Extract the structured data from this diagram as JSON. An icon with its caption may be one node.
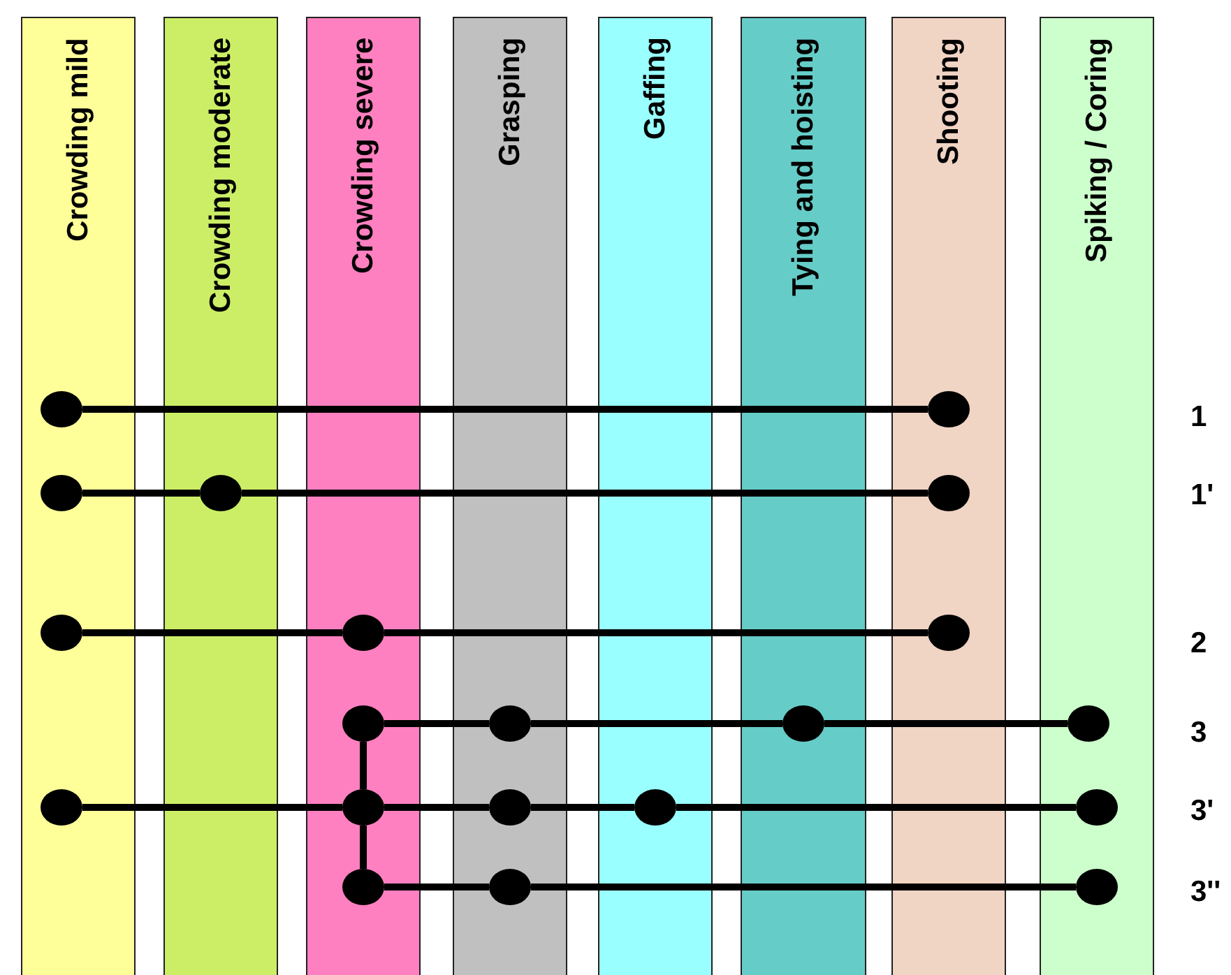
{
  "diagram": {
    "nodes": [
      {
        "text": [
          "Crowding mild"
        ]
      },
      {
        "text": [
          "Crowding moderate"
        ]
      },
      {
        "text": [
          "Crowding severe"
        ]
      },
      {
        "text": [
          "Grasping"
        ]
      },
      {
        "text": [
          "Gaffing"
        ]
      },
      {
        "text": [
          "Tying and hoisting"
        ]
      },
      {
        "text": [
          "Shooting"
        ]
      },
      {
        "text": [
          "Spiking / Coring"
        ]
      },
      {
        "text": [],
        "shape": "circle",
        "in": 0
      },
      {
        "text": [],
        "shape": "circle",
        "in": 6
      },
      {
        "text": [],
        "shape": "circle",
        "in": 0
      },
      {
        "text": [],
        "shape": "circle",
        "in": 1
      },
      {
        "text": [],
        "shape": "circle",
        "in": 6
      },
      {
        "text": [],
        "shape": "circle",
        "in": 0
      },
      {
        "text": [],
        "shape": "circle",
        "in": 2
      },
      {
        "text": [],
        "shape": "circle",
        "in": 6
      },
      {
        "text": [],
        "shape": "circle",
        "in": 2
      },
      {
        "text": [],
        "shape": "circle",
        "in": 3
      },
      {
        "text": [],
        "shape": "circle",
        "in": 5
      },
      {
        "text": [],
        "shape": "circle",
        "in": 7
      },
      {
        "text": [],
        "shape": "circle",
        "in": 0
      },
      {
        "text": [],
        "shape": "circle",
        "in": 2
      },
      {
        "text": [],
        "shape": "circle",
        "in": 3
      },
      {
        "text": [],
        "shape": "circle",
        "in": 4
      },
      {
        "text": [],
        "shape": "circle",
        "in": 7
      },
      {
        "text": [],
        "shape": "circle",
        "in": 2
      },
      {
        "text": [],
        "shape": "circle",
        "in": 3
      },
      {
        "text": [],
        "shape": "circle",
        "in": 7
      }
    ],
    "edges": [
      {
        "from": 8,
        "to": 9,
        "arrow": "none"
      },
      {
        "from": 10,
        "to": 11,
        "arrow": "none"
      },
      {
        "from": 11,
        "to": 12,
        "arrow": "none"
      },
      {
        "from": 13,
        "to": 14,
        "arrow": "none"
      },
      {
        "from": 14,
        "to": 15,
        "arrow": "none"
      },
      {
        "from": 16,
        "to": 17,
        "arrow": "none"
      },
      {
        "from": 17,
        "to": 18,
        "arrow": "none"
      },
      {
        "from": 18,
        "to": 19,
        "arrow": "none"
      },
      {
        "from": 20,
        "to": 21,
        "arrow": "none"
      },
      {
        "from": 21,
        "to": 22,
        "arrow": "none"
      },
      {
        "from": 22,
        "to": 23,
        "arrow": "none"
      },
      {
        "from": 23,
        "to": 24,
        "arrow": "none"
      },
      {
        "from": 25,
        "to": 26,
        "arrow": "none"
      },
      {
        "from": 26,
        "to": 27,
        "arrow": "none"
      },
      {
        "from": 16,
        "to": 21,
        "arrow": "none"
      },
      {
        "from": 21,
        "to": 25,
        "arrow": "none"
      }
    ],
    "labels": [
      "1",
      "1'",
      "2",
      "3",
      "3'",
      "3''"
    ]
  }
}
